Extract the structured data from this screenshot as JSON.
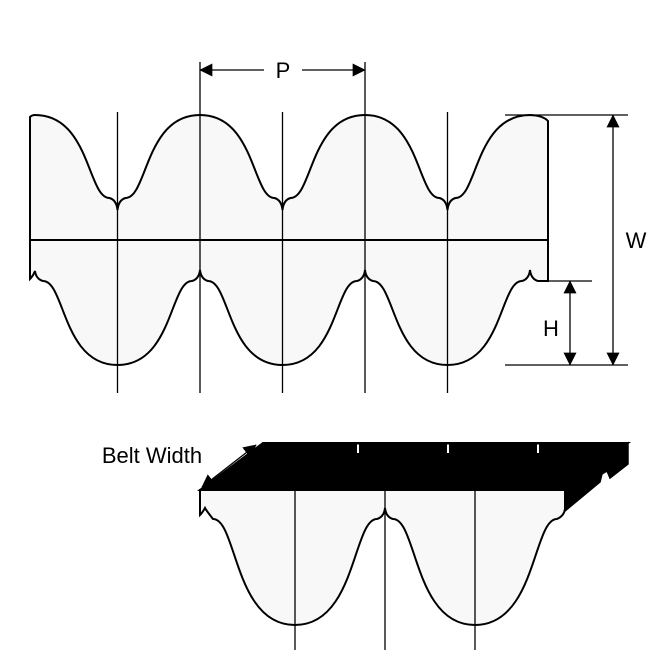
{
  "diagram": {
    "type": "timing-belt-tooth-profile-drawing",
    "labels": {
      "pitch": "P",
      "width": "W",
      "height": "H",
      "belt_width": "Belt Width"
    },
    "colors": {
      "line": "#000000",
      "belt_fill": "#f8f8f8",
      "top_face_fill": "#000000",
      "background": "#ffffff"
    }
  }
}
